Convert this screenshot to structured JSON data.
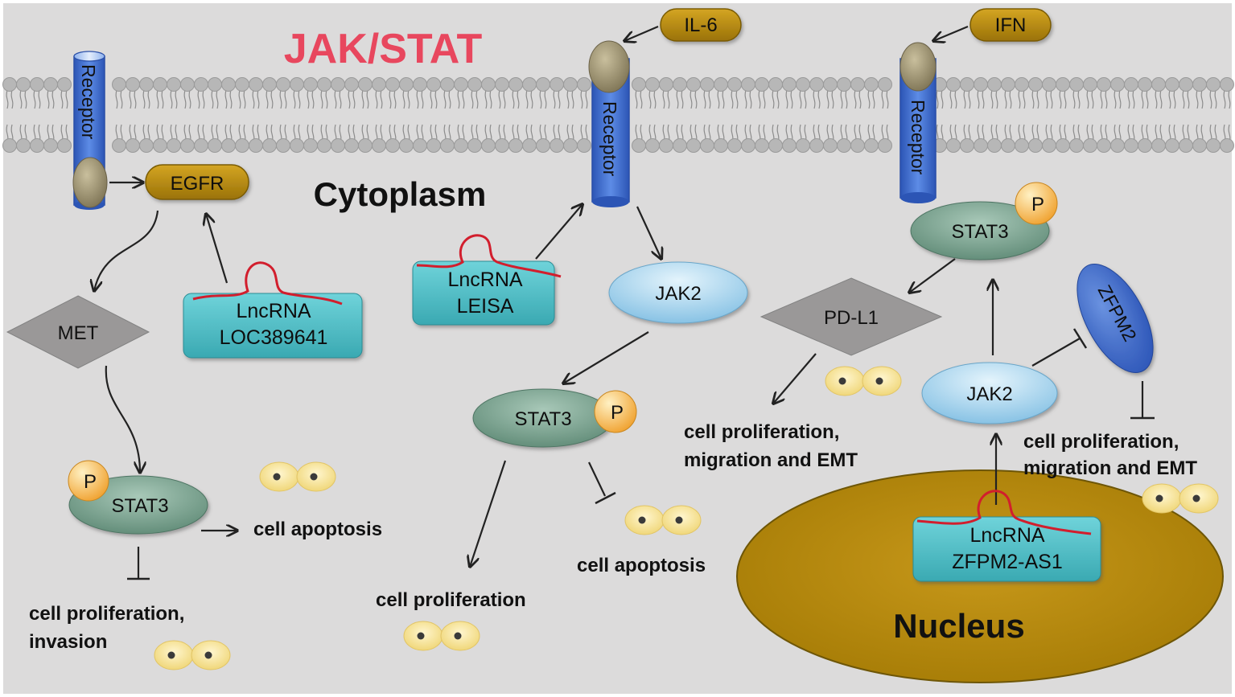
{
  "title": "JAK/STAT",
  "cytoplasm_label": "Cytoplasm",
  "nucleus_label": "Nucleus",
  "ligands": {
    "il6": "IL-6",
    "ifn": "IFN"
  },
  "receptor_label": "Receptor",
  "nodes": {
    "egfr": "EGFR",
    "met": "MET",
    "stat3": "STAT3",
    "jak2": "JAK2",
    "pdl1": "PD-L1",
    "zfpm2": "ZFPM2",
    "phospho": "P"
  },
  "lncrnas": {
    "loc": {
      "line1": "LncRNA",
      "line2": "LOC389641"
    },
    "leisa": {
      "line1": "LncRNA",
      "line2": "LEISA"
    },
    "zfpm2as1": {
      "line1": "LncRNA",
      "line2": "ZFPM2-AS1"
    }
  },
  "outcomes": {
    "left_apoptosis": "cell apoptosis",
    "left_prolif_line1": "cell proliferation,",
    "left_prolif_line2": "invasion",
    "mid_prolif": "cell proliferation",
    "mid_apoptosis": "cell apoptosis",
    "pdl1_line1": "cell proliferation,",
    "pdl1_line2": "migration and EMT",
    "zfpm2_line1": "cell proliferation,",
    "zfpm2_line2": "migration and EMT"
  },
  "colors": {
    "background": "#dcdbdb",
    "title": "#e8475e",
    "membrane": "#b9b9b9",
    "gold": "#b8860b",
    "receptor_blue": "#3f6fcf",
    "stat3_green": "#7faa96",
    "jak2_blue": "#a9d6ee",
    "lncrna_teal": "#4fbcc4",
    "rna_red": "#d21e2d",
    "pdl1_grey": "#9a9898",
    "zfpm2_blue": "#3c66cc",
    "phospho_orange": "#f6b94a"
  }
}
